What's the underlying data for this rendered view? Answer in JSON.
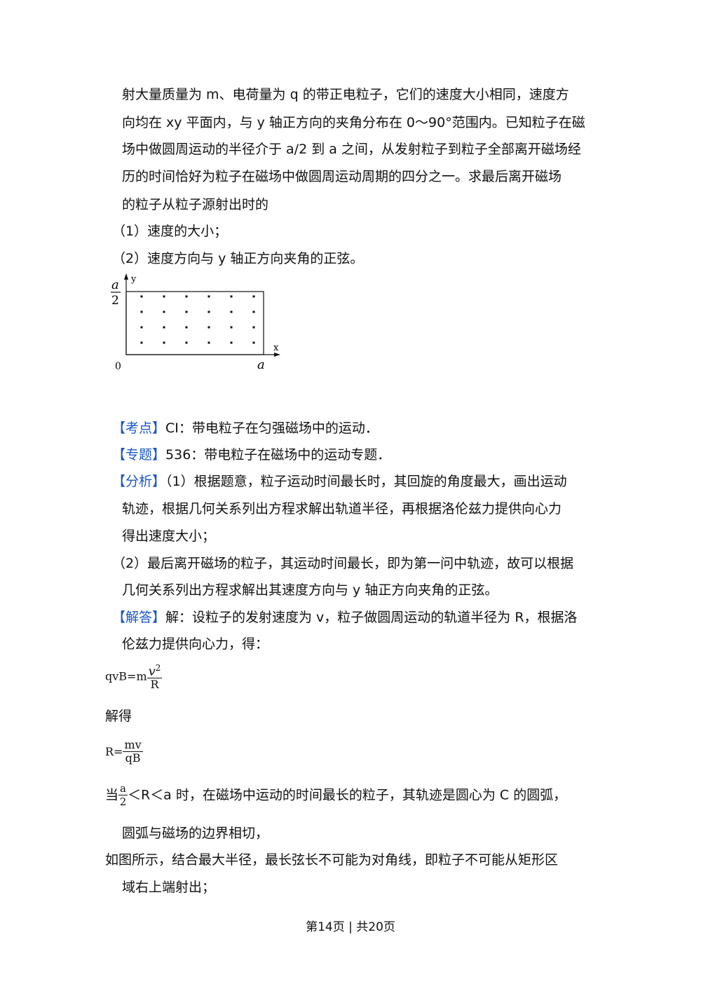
{
  "problem": {
    "lines": [
      "射大量质量为 m、电荷量为 q 的带正电粒子，它们的速度大小相同，速度方",
      "向均在 xy 平面内，与 y 轴正方向的夹角分布在 0～90°范围内。已知粒子在磁",
      "场中做圆周运动的半径介于 a/2 到 a 之间，从发射粒子到粒子全部离开磁场经",
      "历的时间恰好为粒子在磁场中做圆周运动周期的四分之一。求最后离开磁场",
      "的粒子从粒子源射出时的"
    ],
    "q1": "（1）速度的大小；",
    "q2": "（2）速度方向与 y 轴正方向夹角的正弦。"
  },
  "figure": {
    "y_axis_label": "y",
    "x_axis_label": "x",
    "origin_label": "0",
    "height_num": "a",
    "height_den": "2",
    "width_label": "a",
    "dot_rows": 4,
    "dot_cols": 6
  },
  "kaodian": {
    "tag": "【考点】",
    "text": "CI：带电粒子在匀强磁场中的运动．"
  },
  "zhuanti": {
    "tag": "【专题】",
    "text": "536：带电粒子在磁场中的运动专题．"
  },
  "fenxi": {
    "tag": "【分析】",
    "lines": [
      "（1）根据题意，粒子运动时间最长时，其回旋的角度最大，画出运动",
      "轨迹，根据几何关系列出方程求解出轨道半径，再根据洛伦兹力提供向心力",
      "得出速度大小；",
      "（2）最后离开磁场的粒子，其运动时间最长，即为第一问中轨迹，故可以根据",
      "几何关系列出方程求解出其速度方向与 y 轴正方向夹角的正弦。"
    ]
  },
  "jieda": {
    "tag": "【解答】",
    "line1": "解：设粒子的发射速度为 v，粒子做圆周运动的轨道半径为 R，根据洛",
    "line2": "伦兹力提供向心力，得：",
    "eq1_left": "qvB=m",
    "eq1_num": "v",
    "eq1_sup": "2",
    "eq1_den": "R",
    "jiede": "解得",
    "eq2_left": "R=",
    "eq2_num": "mv",
    "eq2_den": "qB",
    "cond_prefix": "当",
    "cond_num": "a",
    "cond_den": "2",
    "cond_rest": "＜R＜a 时，在磁场中运动的时间最长的粒子，其轨迹是圆心为 C 的圆弧，",
    "line_arc": "圆弧与磁场的边界相切，",
    "line_fig": "如图所示，结合最大半径，最长弦长不可能为对角线，即粒子不可能从矩形区",
    "line_end": "域右上端射出；"
  },
  "footer": "第14页 | 共20页"
}
